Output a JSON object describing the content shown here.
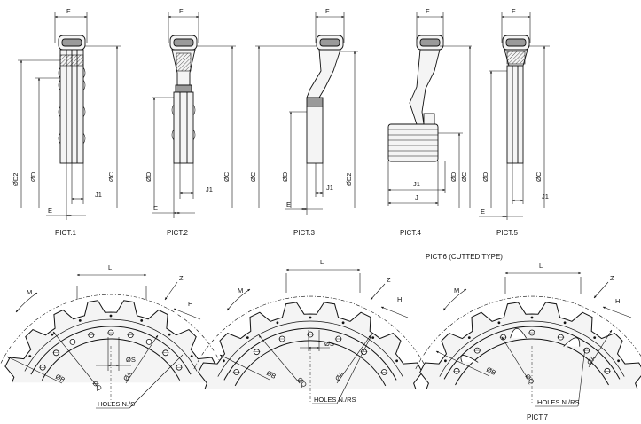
{
  "dims": {
    "F": "F",
    "D2": "ØD2",
    "D": "ØD",
    "C": "ØC",
    "J1": "J1",
    "J": "J",
    "E": "E",
    "L": "L",
    "Z": "Z",
    "M": "M",
    "H": "H",
    "B": "ØB",
    "Q": "ØQ",
    "A": "ØA",
    "S": "ØS"
  },
  "captions": {
    "pict1": "PICT.1",
    "pict2": "PICT.2",
    "pict3": "PICT.3",
    "pict4": "PICT.4",
    "pict5": "PICT.5",
    "pict6": "PICT.6 (CUTTED TYPE)",
    "pict7": "PICT.7"
  },
  "holes": {
    "pict6a": "HOLES N./S",
    "pict6b": "HOLES N./RS",
    "pict7": "HOLES N./RS"
  }
}
